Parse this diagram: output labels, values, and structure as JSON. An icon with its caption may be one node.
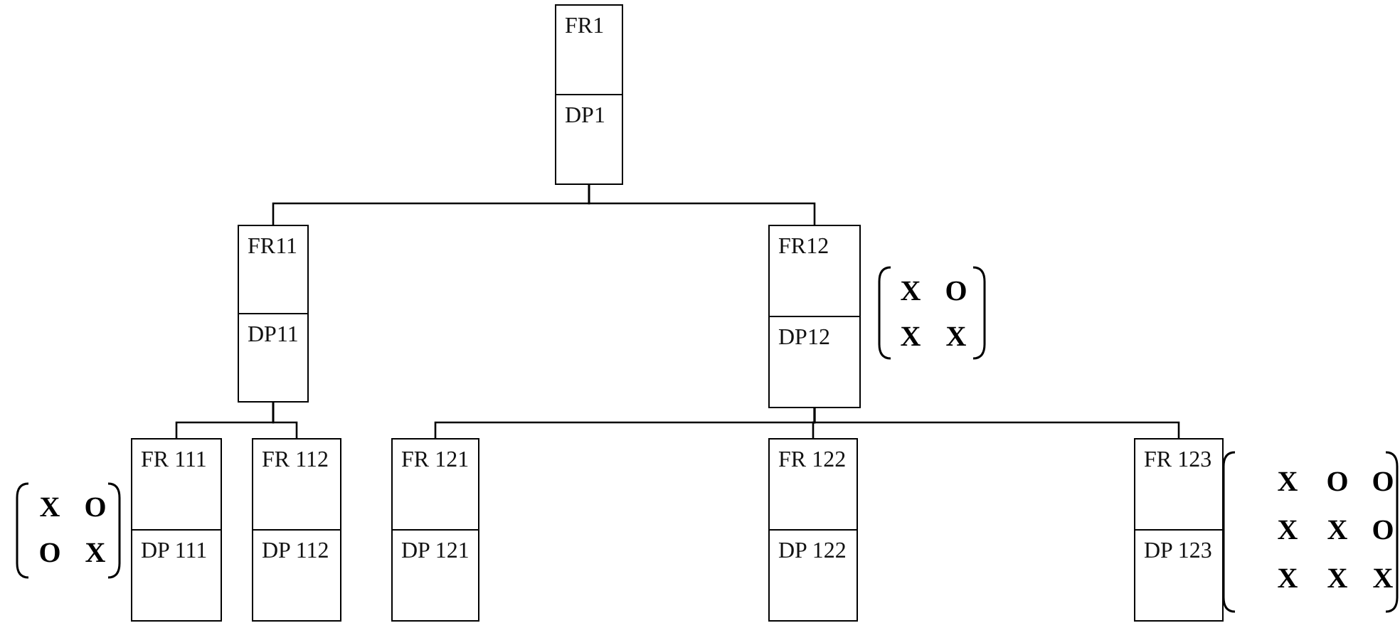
{
  "diagram": {
    "nodes": [
      {
        "text": [
          "FR1",
          "DP1"
        ]
      },
      {
        "text": [
          "FR11",
          "DP11"
        ]
      },
      {
        "text": [
          "FR12",
          "DP12"
        ]
      },
      {
        "text": [
          "FR 111",
          "DP 111"
        ]
      },
      {
        "text": [
          "FR 112",
          "DP 112"
        ]
      },
      {
        "text": [
          "FR 121",
          "DP 121"
        ]
      },
      {
        "text": [
          "FR 122",
          "DP 122"
        ]
      },
      {
        "text": [
          "FR 123",
          "DP 123"
        ]
      }
    ],
    "edges": [
      {
        "from": 0,
        "to": 1,
        "arrow": "none"
      },
      {
        "from": 0,
        "to": 2,
        "arrow": "none"
      },
      {
        "from": 1,
        "to": 3,
        "arrow": "none"
      },
      {
        "from": 1,
        "to": 4,
        "arrow": "none"
      },
      {
        "from": 2,
        "to": 5,
        "arrow": "none"
      },
      {
        "from": 2,
        "to": 6,
        "arrow": "none"
      },
      {
        "from": 2,
        "to": 7,
        "arrow": "none"
      }
    ],
    "labels": [
      "X",
      "O",
      "X",
      "X",
      "X",
      "O",
      "O",
      "X",
      "X",
      "O",
      "O",
      "X",
      "X",
      "O",
      "X",
      "X",
      "X"
    ]
  }
}
